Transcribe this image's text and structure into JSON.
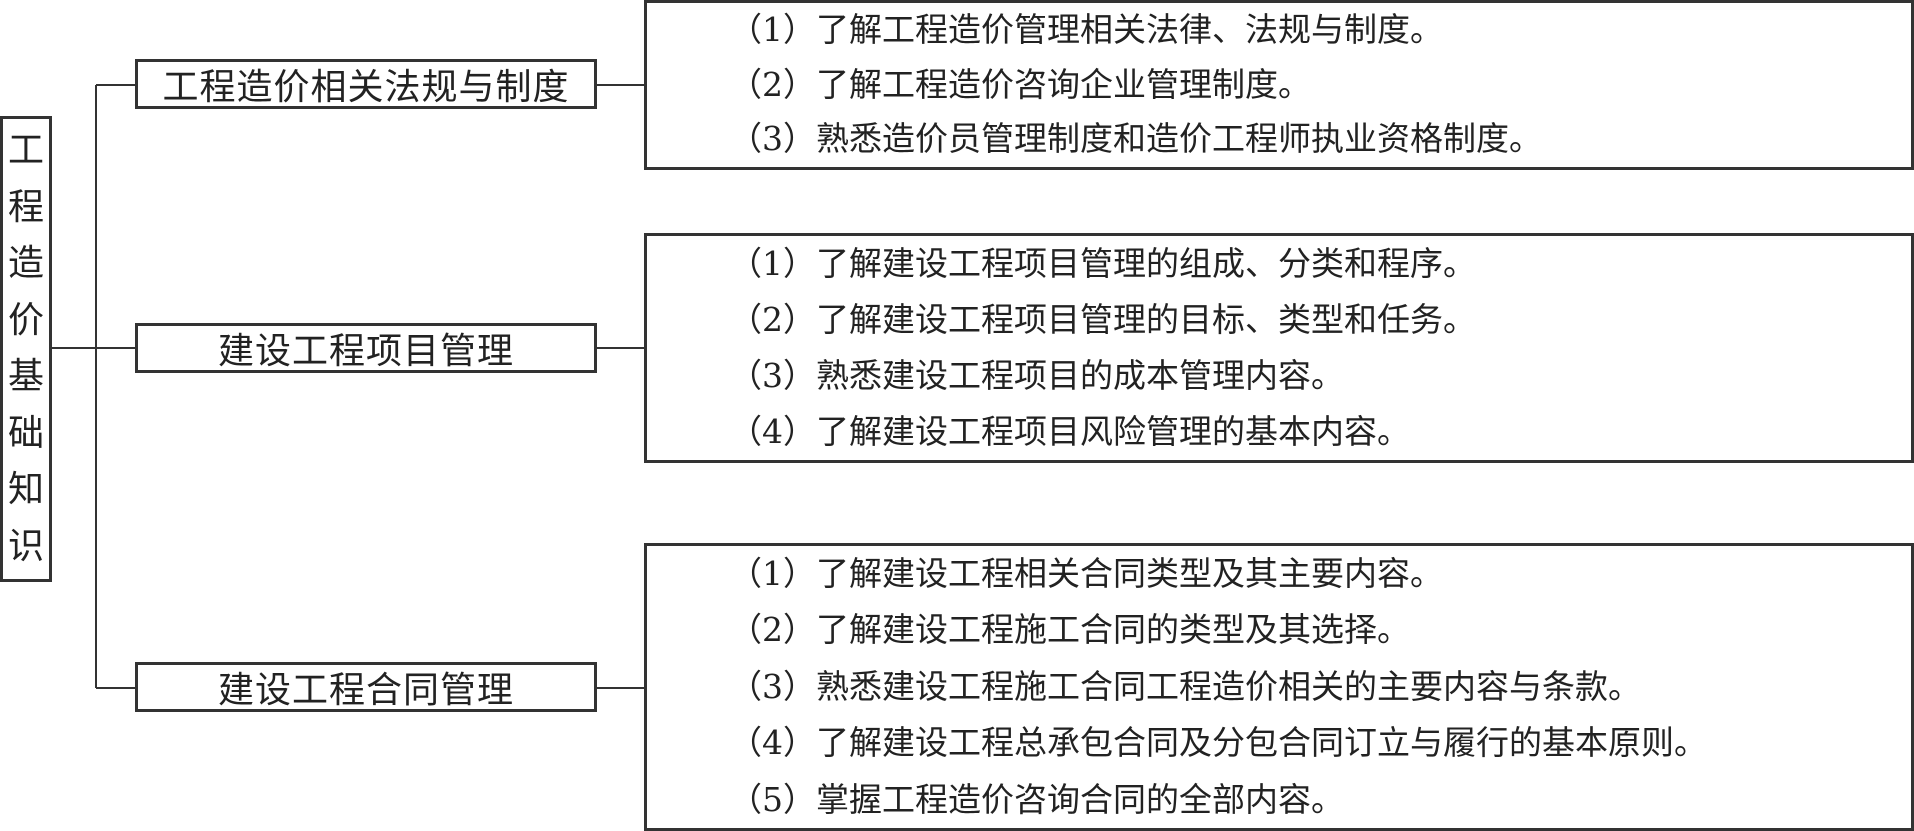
{
  "root": {
    "label": "工程造价基础知识",
    "chars": [
      "工",
      "程",
      "造",
      "价",
      "基",
      "础",
      "知",
      "识"
    ]
  },
  "branches": [
    {
      "label": "工程造价相关法规与制度",
      "items": [
        "（1）了解工程造价管理相关法律、法规与制度。",
        "（2）了解工程造价咨询企业管理制度。",
        "（3）熟悉造价员管理制度和造价工程师执业资格制度。"
      ]
    },
    {
      "label": "建设工程项目管理",
      "items": [
        "（1）了解建设工程项目管理的组成、分类和程序。",
        "（2）了解建设工程项目管理的目标、类型和任务。",
        "（3）熟悉建设工程项目的成本管理内容。",
        "（4）了解建设工程项目风险管理的基本内容。"
      ]
    },
    {
      "label": "建设工程合同管理",
      "items": [
        "（1）了解建设工程相关合同类型及其主要内容。",
        "（2）了解建设工程施工合同的类型及其选择。",
        "（3）熟悉建设工程施工合同工程造价相关的主要内容与条款。",
        "（4）了解建设工程总承包合同及分包合同订立与履行的基本原则。",
        "（5）掌握工程造价咨询合同的全部内容。"
      ]
    }
  ]
}
